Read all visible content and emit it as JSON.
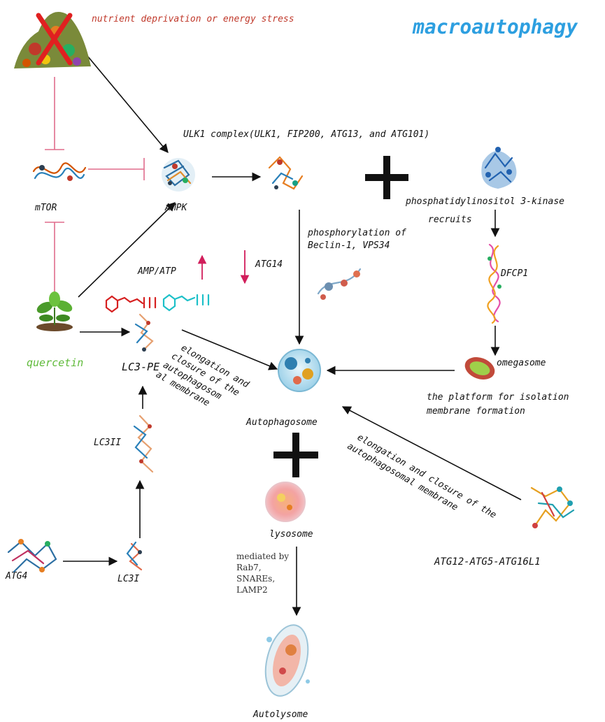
{
  "title": "macroautophagy",
  "colors": {
    "title": "#2d9fe0",
    "stress": "#c0392b",
    "quercetin": "#5fba3a",
    "inhibition": "#e06c8c",
    "updown": "#d11e5b",
    "arrow": "#111111"
  },
  "labels": {
    "stress": "nutrient deprivation or energy stress",
    "ulk1": "ULK1 complex(ULK1, FIP200, ATG13, and ATG101)",
    "mtor": "mTOR",
    "ampk": "AMPK",
    "pi3k": "phosphatidylinositol 3-kinase",
    "recruits": "recruits",
    "phos1": "phosphorylation of",
    "phos2": "Beclin-1, VPS34",
    "atg14": "ATG14",
    "ampatp": "AMP/ATP",
    "dfcp1": "DFCP1",
    "quercetin": "quercetin",
    "lc3pe": "LC3-PE",
    "elong_left": [
      "elongation and",
      "closure of the",
      "autophagosom",
      "al membrane"
    ],
    "omegasome": "omegasome",
    "platform1": "the platform for isolation",
    "platform2": "membrane formation",
    "autophagosome": "Autophagosome",
    "elong_right1": "elongation and closure of the",
    "elong_right2": "autophagosomal membrane",
    "lc3ii": "LC3II",
    "lysosome": "lysosome",
    "mediated": [
      "mediated by",
      "Rab7,",
      "SNAREs,",
      "LAMP2"
    ],
    "atg12": "ATG12-ATG5-ATG16L1",
    "atg4": "ATG4",
    "lc3i": "LC3I",
    "autolysome": "Autolysome"
  },
  "icons": [
    "food-pile-icon",
    "mtor-protein-icon",
    "ampk-protein-icon",
    "ulk1-protein-icon",
    "pi3k-protein-icon",
    "dfcp1-protein-icon",
    "atg14-protein-icon",
    "amp-molecule-icon",
    "atp-molecule-icon",
    "plant-icon",
    "lc3pe-protein-icon",
    "autophagosome-icon",
    "omegasome-icon",
    "lc3ii-protein-icon",
    "lysosome-icon",
    "atg12-complex-icon",
    "atg4-protein-icon",
    "lc3i-protein-icon",
    "autolysome-icon"
  ]
}
